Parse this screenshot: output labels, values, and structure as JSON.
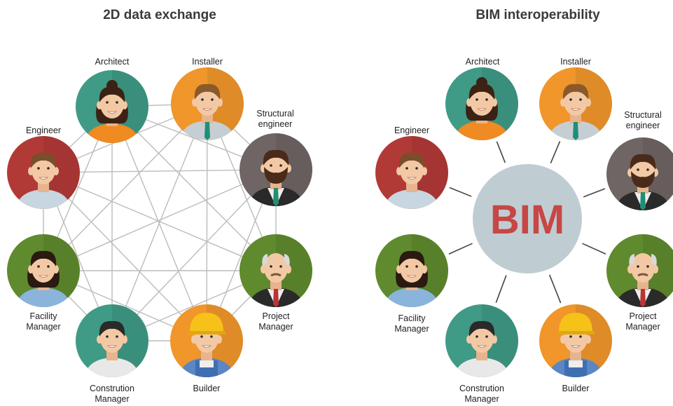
{
  "left": {
    "title": "2D data exchange",
    "people": [
      {
        "id": "architect",
        "label": [
          "Architect"
        ],
        "bg": "#3f9a86",
        "shirt": "#f08a22",
        "hair": "#3b2214",
        "female": true,
        "bun": true
      },
      {
        "id": "installer",
        "label": [
          "Installer"
        ],
        "bg": "#f0962a",
        "shirt": "#c7ced3",
        "hair": "#8a5a2b",
        "tie": "#1f8f76"
      },
      {
        "id": "structural-engineer",
        "label": [
          "Structural",
          "engineer"
        ],
        "bg": "#6e6564",
        "shirt": "#2a2a2a",
        "hair": "#4a2a1a",
        "beard": true,
        "tie": "#1f8f76",
        "suit": true
      },
      {
        "id": "project-manager",
        "label": [
          "Project",
          "Manager"
        ],
        "bg": "#5f8a2e",
        "shirt": "#2a2a2a",
        "hair": "#d9d9d9",
        "bald": true,
        "tie": "#b33",
        "suit": true,
        "mustache": true
      },
      {
        "id": "builder",
        "label": [
          "Builder"
        ],
        "bg": "#f0962a",
        "shirt": "#5c86c4",
        "hair": "#6b4a2a",
        "helmet": true
      },
      {
        "id": "construction-manager",
        "label": [
          "Constrution",
          "Manager"
        ],
        "bg": "#3f9a86",
        "shirt": "#e8e8e8",
        "hair": "#2a2a2a"
      },
      {
        "id": "facility-manager",
        "label": [
          "Facility",
          "Manager"
        ],
        "bg": "#5f8a2e",
        "shirt": "#8ab4dc",
        "hair": "#2a1a10",
        "female": true
      },
      {
        "id": "engineer",
        "label": [
          "Engineer"
        ],
        "bg": "#b23a36",
        "shirt": "#c7d6e0",
        "hair": "#7a4e2a"
      }
    ]
  },
  "right": {
    "title": "BIM interoperability",
    "hub_label": "BIM",
    "hub_color": "#bfcdd2",
    "people": [
      {
        "id": "architect",
        "label": [
          "Architect"
        ],
        "bg": "#3f9a86",
        "shirt": "#f08a22",
        "hair": "#3b2214",
        "female": true,
        "bun": true
      },
      {
        "id": "installer",
        "label": [
          "Installer"
        ],
        "bg": "#f0962a",
        "shirt": "#c7ced3",
        "hair": "#8a5a2b",
        "tie": "#1f8f76"
      },
      {
        "id": "structural-engineer",
        "label": [
          "Structural",
          "engineer"
        ],
        "bg": "#6e6564",
        "shirt": "#2a2a2a",
        "hair": "#4a2a1a",
        "beard": true,
        "tie": "#1f8f76",
        "suit": true
      },
      {
        "id": "project-manager",
        "label": [
          "Project",
          "Manager"
        ],
        "bg": "#5f8a2e",
        "shirt": "#2a2a2a",
        "hair": "#d9d9d9",
        "bald": true,
        "tie": "#b33",
        "suit": true,
        "mustache": true
      },
      {
        "id": "builder",
        "label": [
          "Builder"
        ],
        "bg": "#f0962a",
        "shirt": "#5c86c4",
        "hair": "#6b4a2a",
        "helmet": true
      },
      {
        "id": "construction-manager",
        "label": [
          "Constrution",
          "Manager"
        ],
        "bg": "#3f9a86",
        "shirt": "#e8e8e8",
        "hair": "#2a2a2a"
      },
      {
        "id": "facility-manager",
        "label": [
          "Facility",
          "Manager"
        ],
        "bg": "#5f8a2e",
        "shirt": "#8ab4dc",
        "hair": "#2a1a10",
        "female": true
      },
      {
        "id": "engineer",
        "label": [
          "Engineer"
        ],
        "bg": "#b23a36",
        "shirt": "#c7d6e0",
        "hair": "#7a4e2a"
      }
    ]
  }
}
